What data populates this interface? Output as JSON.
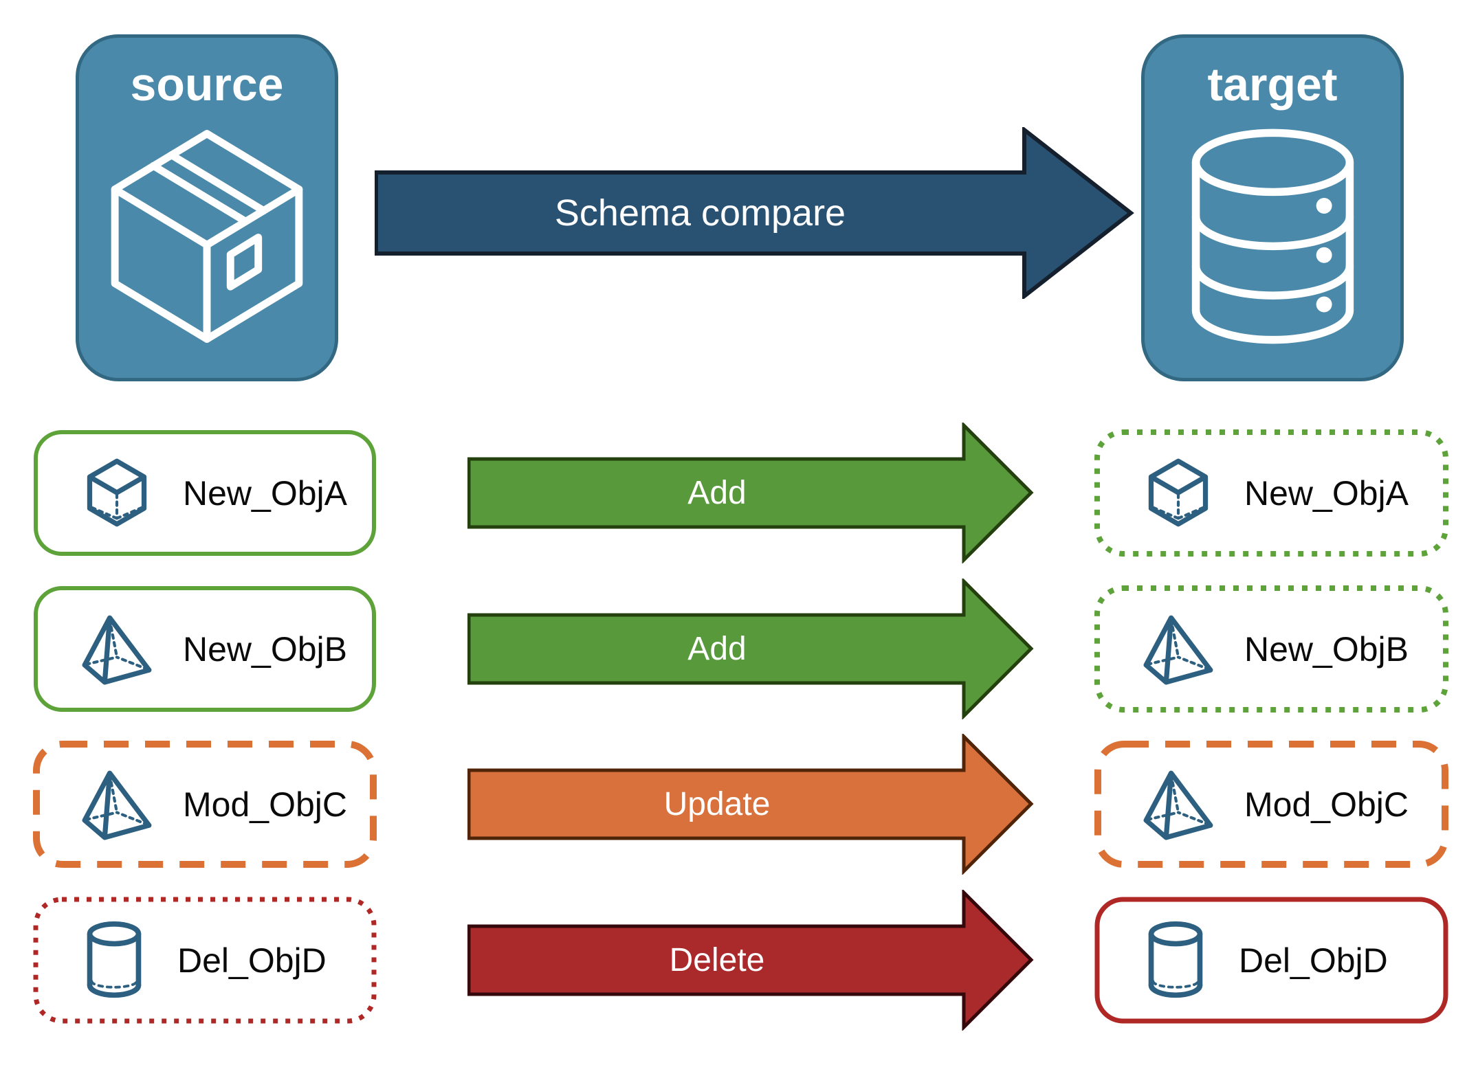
{
  "colors": {
    "node_fill": "#4A89A9",
    "node_border": "#336882",
    "compare_fill": "#295272",
    "compare_border": "#15202E",
    "add_fill": "#58993B",
    "add_border": "#24400F",
    "update_fill": "#D9713C",
    "update_border": "#4F2408",
    "delete_fill": "#AA2A2C",
    "delete_border": "#35080C",
    "green": "#5EA33A",
    "orange": "#DB7135",
    "red": "#B02826",
    "icon_blue": "#2C5F80"
  },
  "source": {
    "label": "source",
    "icon": "package-box-icon"
  },
  "target": {
    "label": "target",
    "icon": "database-icon"
  },
  "compare_arrow": {
    "label": "Schema compare"
  },
  "rows": [
    {
      "left": {
        "label": "New_ObjA",
        "icon": "cube-icon",
        "border_style": "solid-green"
      },
      "arrow": {
        "label": "Add",
        "color": "green"
      },
      "right": {
        "label": "New_ObjA",
        "icon": "cube-icon",
        "border_style": "dotted-green"
      }
    },
    {
      "left": {
        "label": "New_ObjB",
        "icon": "pyramid-icon",
        "border_style": "solid-green"
      },
      "arrow": {
        "label": "Add",
        "color": "green"
      },
      "right": {
        "label": "New_ObjB",
        "icon": "pyramid-icon",
        "border_style": "dotted-green"
      }
    },
    {
      "left": {
        "label": "Mod_ObjC",
        "icon": "pyramid-icon",
        "border_style": "dashed-orange"
      },
      "arrow": {
        "label": "Update",
        "color": "orange"
      },
      "right": {
        "label": "Mod_ObjC",
        "icon": "pyramid-icon",
        "border_style": "dashed-orange"
      }
    },
    {
      "left": {
        "label": "Del_ObjD",
        "icon": "cylinder-icon",
        "border_style": "dotted-red"
      },
      "arrow": {
        "label": "Delete",
        "color": "red"
      },
      "right": {
        "label": "Del_ObjD",
        "icon": "cylinder-icon",
        "border_style": "solid-red"
      }
    }
  ]
}
